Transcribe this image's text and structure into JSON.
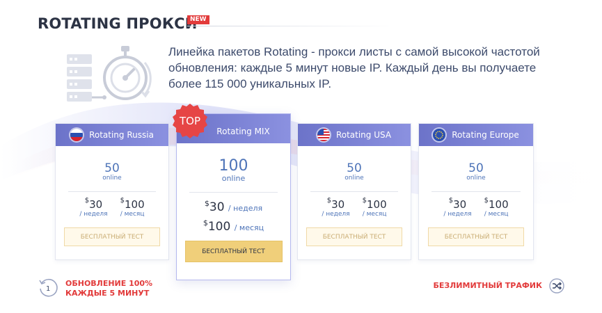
{
  "header": {
    "title": "ROTATING ПРОКСИ",
    "badge": "NEW"
  },
  "intro": {
    "text": "Линейка пакетов Rotating - прокси листы с самой высокой частотой обновления: каждые 5 минут новые IP. Каждый день вы получаете более 115 000 уникальных IP."
  },
  "hero_icon": "server-stopwatch-icon",
  "top_badge": "TOP",
  "plans": [
    {
      "name": "Rotating Russia",
      "flag": "russia-flag-icon",
      "count": "50",
      "count_unit": "online",
      "price_week_currency": "$",
      "price_week": "30",
      "week_label": "/ неделя",
      "price_month_currency": "$",
      "price_month": "100",
      "month_label": "/ месяц",
      "trial": "БЕСПЛАТНЫЙ ТЕСТ"
    },
    {
      "name": "Rotating MIX",
      "count": "100",
      "count_unit": "online",
      "price_week_currency": "$",
      "price_week": "30",
      "week_label": "/ неделя",
      "price_month_currency": "$",
      "price_month": "100",
      "month_label": "/ месяц",
      "trial": "БЕСПЛАТНЫЙ ТЕСТ"
    },
    {
      "name": "Rotating USA",
      "flag": "usa-flag-icon",
      "count": "50",
      "count_unit": "online",
      "price_week_currency": "$",
      "price_week": "30",
      "week_label": "/ неделя",
      "price_month_currency": "$",
      "price_month": "100",
      "month_label": "/ месяц",
      "trial": "БЕСПЛАТНЫЙ ТЕСТ"
    },
    {
      "name": "Rotating Europe",
      "flag": "eu-flag-icon",
      "count": "50",
      "count_unit": "online",
      "price_week_currency": "$",
      "price_week": "30",
      "week_label": "/ неделя",
      "price_month_currency": "$",
      "price_month": "100",
      "month_label": "/ месяц",
      "trial": "БЕСПЛАТНЫЙ ТЕСТ"
    }
  ],
  "footer": {
    "update_line1": "ОБНОВЛЕНИЕ 100%",
    "update_line2": "КАЖДЫЕ 5 МИНУТ",
    "unlimited": "БЕЗЛИМИТНЫЙ ТРАФИК",
    "update_icon": "refresh-timer-icon",
    "shuffle_icon": "shuffle-icon"
  },
  "colors": {
    "accent_red": "#e23b3b",
    "card_header": "#7a80d6",
    "price_blue": "#4e74b8",
    "trial_gold": "#f0cf7a"
  }
}
